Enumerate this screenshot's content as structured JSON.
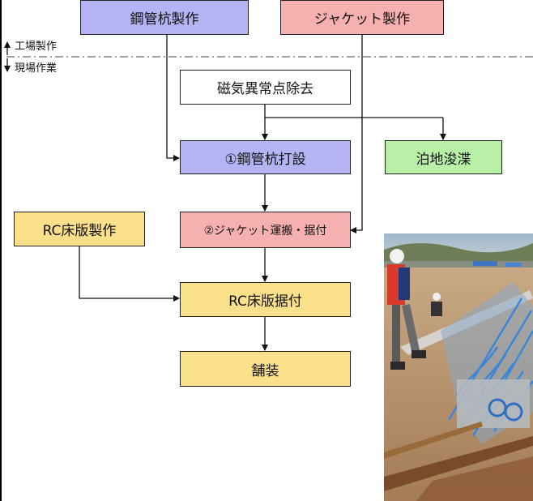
{
  "flow": {
    "steel_pipe_fabrication": "鋼管杭製作",
    "jacket_fabrication": "ジャケット製作",
    "magnetic_anomaly_removal": "磁気異常点除去",
    "pile_driving": "①鋼管杭打設",
    "berth_dredging": "泊地浚渫",
    "rc_slab_fabrication": "RC床版製作",
    "jacket_transport_install": "②ジャケット運搬・据付",
    "rc_slab_install": "RC床版据付",
    "paving": "舗装"
  },
  "zones": {
    "factory": "工場製作",
    "site": "現場作業"
  },
  "colors": {
    "purple": "#b4b4f5",
    "pink": "#f7b0b0",
    "green": "#b8f0a8",
    "yellow": "#fbe08c",
    "white": "#ffffff"
  }
}
